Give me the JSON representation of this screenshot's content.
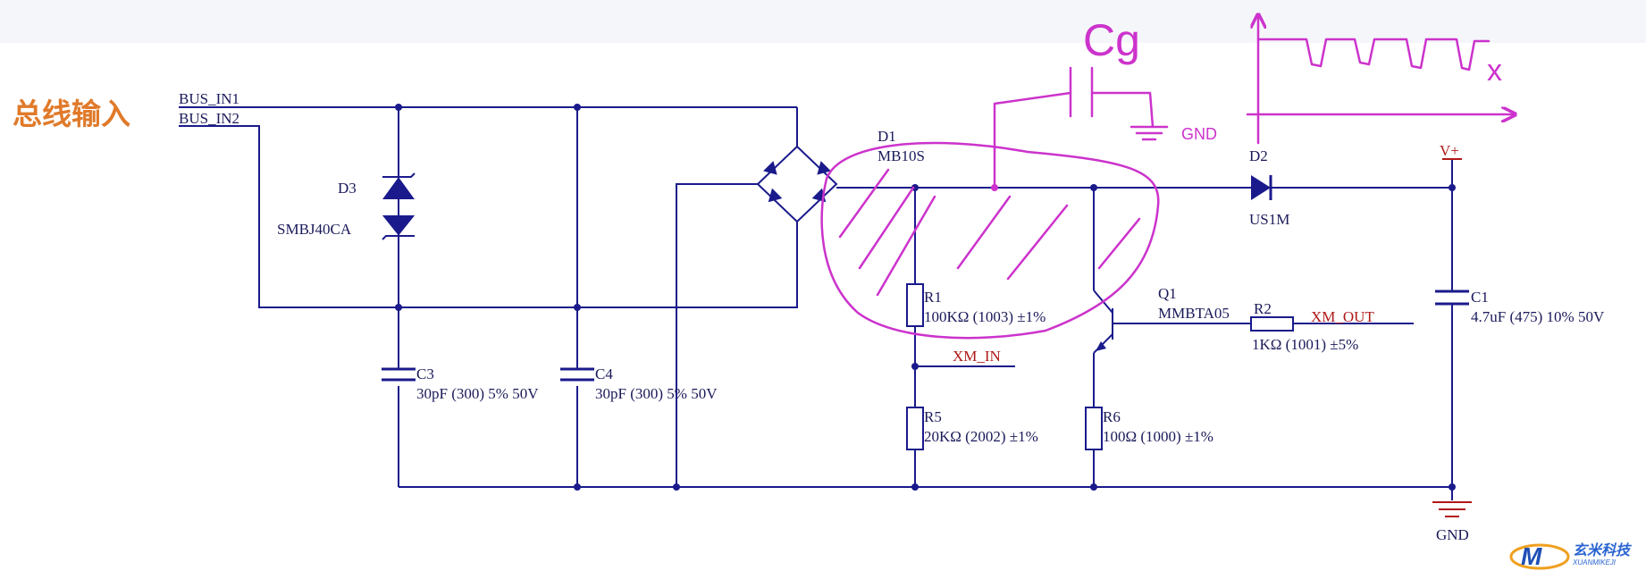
{
  "input": {
    "title": "总线输入",
    "bus1": "BUS_IN1",
    "bus2": "BUS_IN2"
  },
  "components": {
    "d3": {
      "ref": "D3",
      "value": "SMBJ40CA"
    },
    "c3": {
      "ref": "C3",
      "value": "30pF (300) 5% 50V"
    },
    "c4": {
      "ref": "C4",
      "value": "30pF (300) 5% 50V"
    },
    "d1": {
      "ref": "D1",
      "value": "MB10S"
    },
    "r1": {
      "ref": "R1",
      "value": "100KΩ (1003) ±1%"
    },
    "r5": {
      "ref": "R5",
      "value": "20KΩ (2002) ±1%"
    },
    "r6": {
      "ref": "R6",
      "value": "100Ω (1000) ±1%"
    },
    "q1": {
      "ref": "Q1",
      "value": "MMBTA05"
    },
    "r2": {
      "ref": "R2",
      "value": "1KΩ (1001) ±5%"
    },
    "d2": {
      "ref": "D2",
      "value": "US1M"
    },
    "c1": {
      "ref": "C1",
      "value": "4.7uF (475) 10% 50V"
    }
  },
  "nets": {
    "xm_in": "XM_IN",
    "xm_out": "XM_OUT",
    "vplus": "V+",
    "gnd": "GND"
  },
  "annotations": {
    "cap": "Cg",
    "gnd": "GND",
    "axis": "x"
  },
  "logo": {
    "mark": "M",
    "cn": "玄米科技",
    "en": "XUANMIKEJI"
  },
  "colors": {
    "wire": "#1a1a8c",
    "hand": "#cc33cc",
    "label": "#1a1a5a",
    "net": "#b01818"
  }
}
